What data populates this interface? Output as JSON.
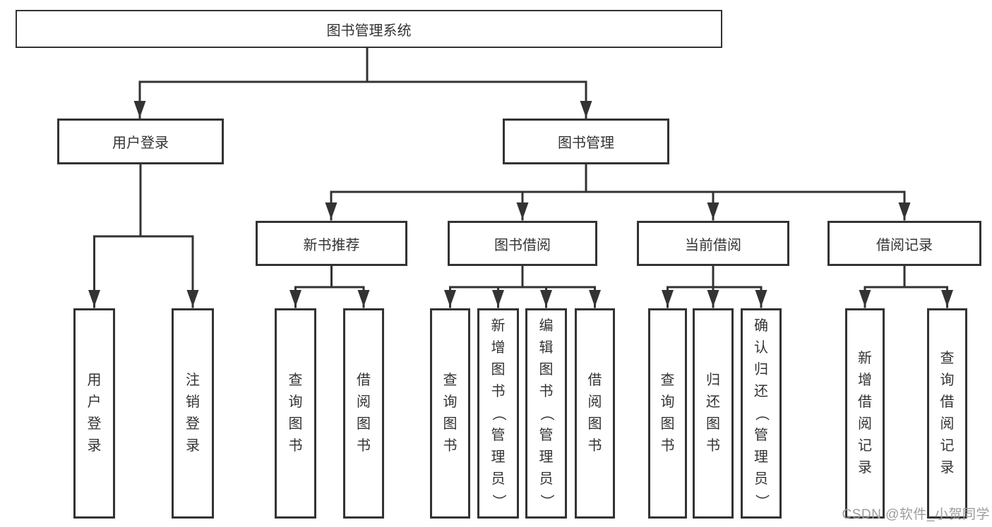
{
  "diagram": {
    "root": "图书管理系统",
    "branches": {
      "user_login": "用户登录",
      "book_mgmt": "图书管理"
    },
    "modules": [
      "新书推荐",
      "图书借阅",
      "当前借阅",
      "借阅记录"
    ],
    "leaves": [
      "用户登录",
      "注销登录",
      "查询图书",
      "借阅图书",
      "查询图书",
      "新增图书（管理员）",
      "编辑图书（管理员）",
      "借阅图书",
      "查询图书",
      "归还图书",
      "确认归还（管理员）",
      "新增借阅记录",
      "查询借阅记录"
    ]
  },
  "watermark": "CSDN @软件_小贺同学",
  "colors": {
    "line": "#333333",
    "text": "#333333",
    "background": "#ffffff",
    "watermark": "#9c9c9c"
  }
}
